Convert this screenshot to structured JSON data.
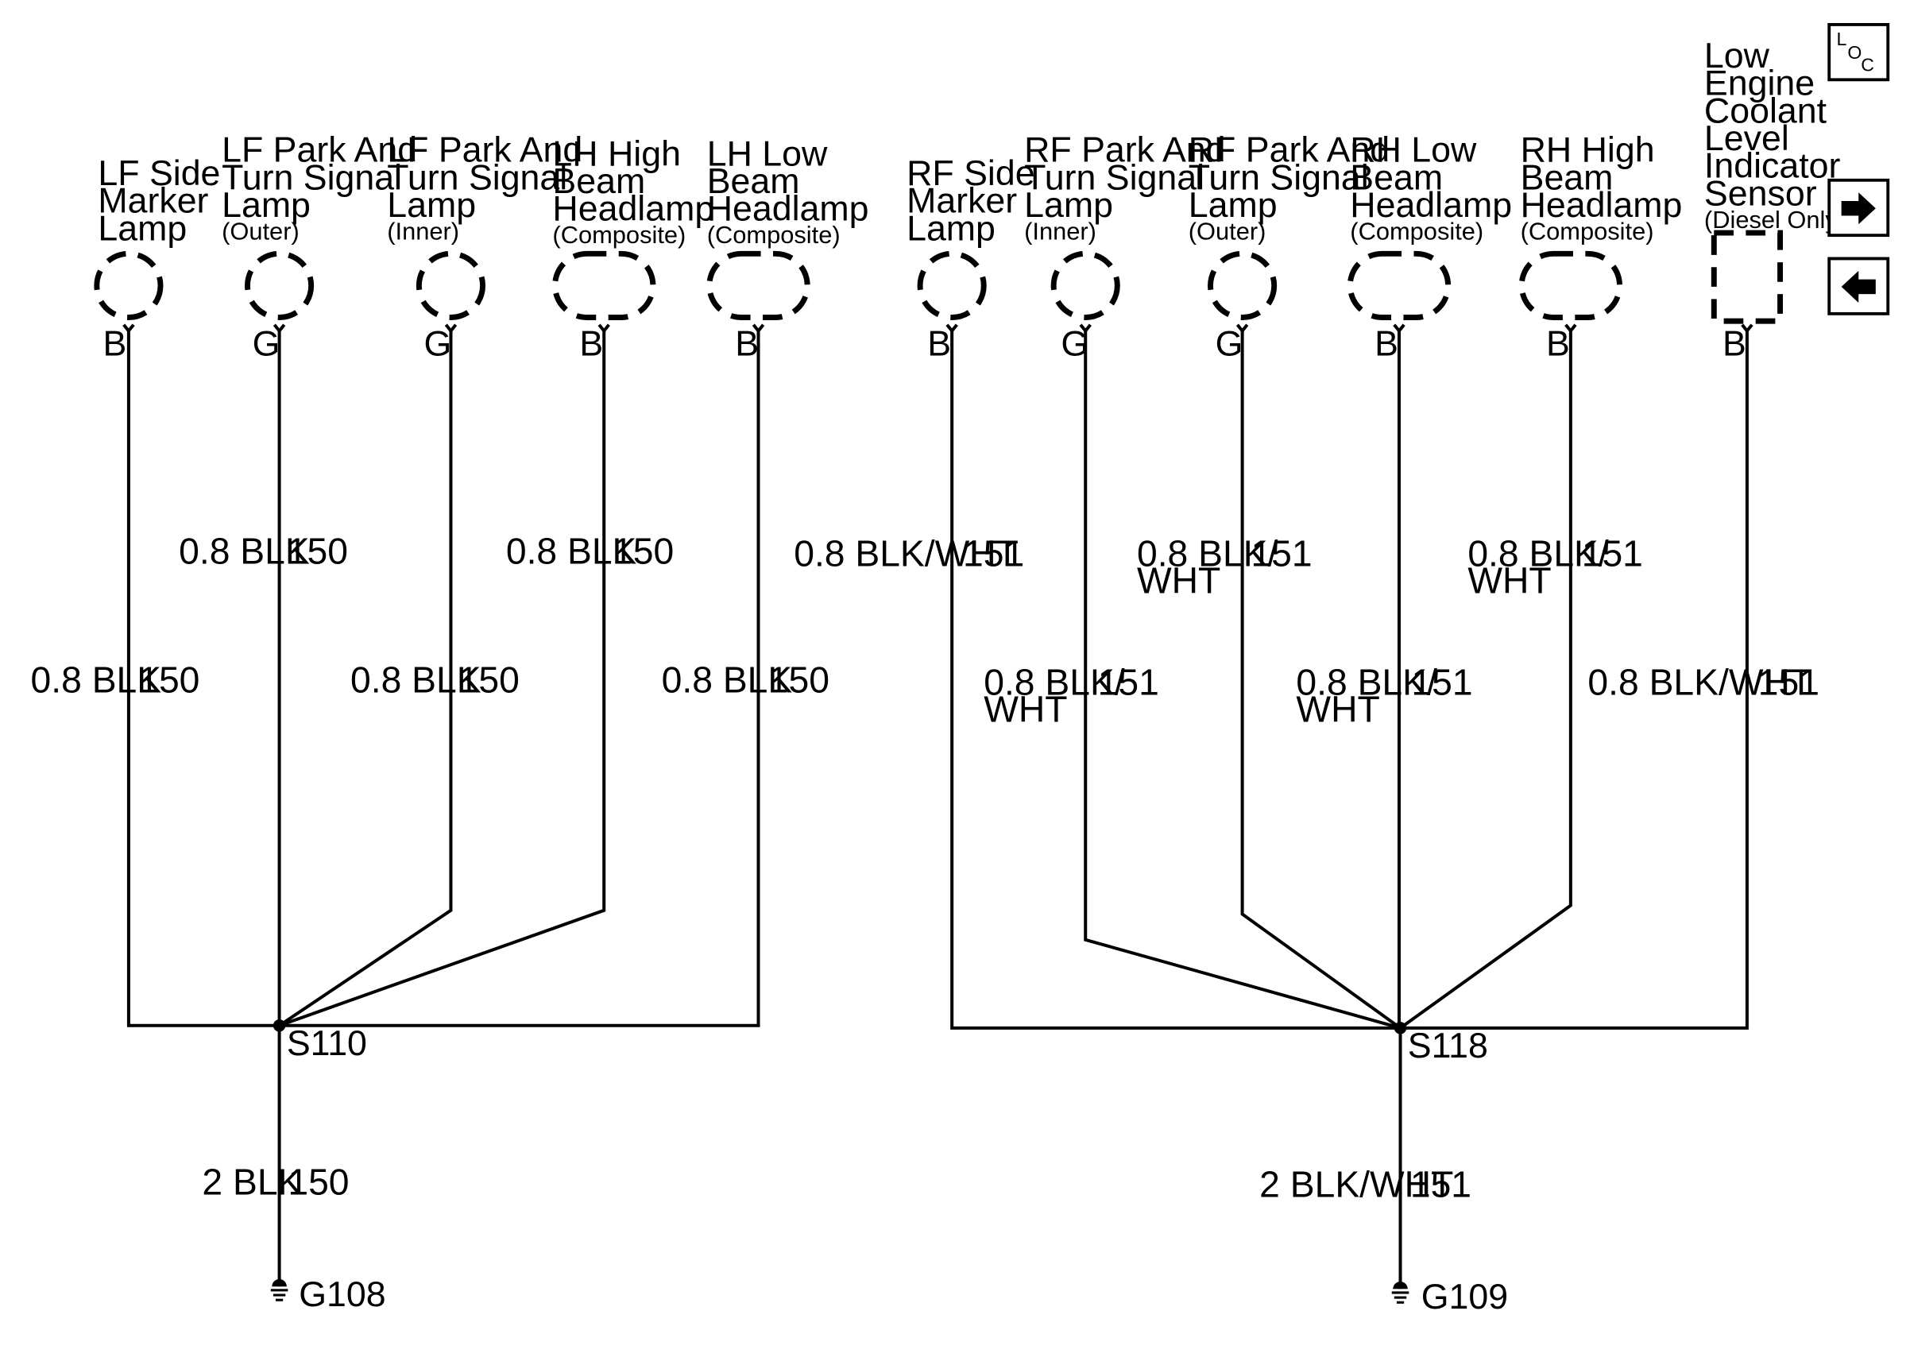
{
  "components": [
    {
      "id": "lf-side-marker",
      "label": [
        "LF Side",
        "Marker",
        "Lamp"
      ],
      "sub": "",
      "pin": "B"
    },
    {
      "id": "lf-park-outer",
      "label": [
        "LF Park And",
        "Turn Signal",
        "Lamp"
      ],
      "sub": "(Outer)",
      "pin": "G"
    },
    {
      "id": "lf-park-inner",
      "label": [
        "LF Park And",
        "Turn Signal",
        "Lamp"
      ],
      "sub": "(Inner)",
      "pin": "G"
    },
    {
      "id": "lh-high-beam",
      "label": [
        "LH High",
        "Beam",
        "Headlamp"
      ],
      "sub": "(Composite)",
      "pin": "B"
    },
    {
      "id": "lh-low-beam",
      "label": [
        "LH Low",
        "Beam",
        "Headlamp"
      ],
      "sub": "(Composite)",
      "pin": "B"
    },
    {
      "id": "rf-side-marker",
      "label": [
        "RF Side",
        "Marker",
        "Lamp"
      ],
      "sub": "",
      "pin": "B"
    },
    {
      "id": "rf-park-inner",
      "label": [
        "RF Park And",
        "Turn Signal",
        "Lamp"
      ],
      "sub": "(Inner)",
      "pin": "G"
    },
    {
      "id": "rf-park-outer",
      "label": [
        "RF Park And",
        "Turn Signal",
        "Lamp"
      ],
      "sub": "(Outer)",
      "pin": "G"
    },
    {
      "id": "rh-low-beam",
      "label": [
        "RH Low",
        "Beam",
        "Headlamp"
      ],
      "sub": "(Composite)",
      "pin": "B"
    },
    {
      "id": "rh-high-beam",
      "label": [
        "RH High",
        "Beam",
        "Headlamp"
      ],
      "sub": "(Composite)",
      "pin": "B"
    },
    {
      "id": "coolant-sensor",
      "label": [
        "Low",
        "Engine",
        "Coolant",
        "Level",
        "Indicator",
        "Sensor"
      ],
      "sub": "(Diesel Only)",
      "pin": "B"
    }
  ],
  "wires": [
    {
      "id": "lf-side-marker",
      "label": [
        "0.8 BLK"
      ],
      "circuit": "150"
    },
    {
      "id": "lf-park-outer",
      "label": [
        "0.8 BLK"
      ],
      "circuit": "150"
    },
    {
      "id": "lf-park-inner",
      "label": [
        "0.8 BLK"
      ],
      "circuit": "150"
    },
    {
      "id": "lh-high-beam",
      "label": [
        "0.8 BLK"
      ],
      "circuit": "150"
    },
    {
      "id": "lh-low-beam",
      "label": [
        "0.8 BLK"
      ],
      "circuit": "150"
    },
    {
      "id": "rf-side-marker",
      "label": [
        "0.8 BLK/WHT"
      ],
      "circuit": "151"
    },
    {
      "id": "rf-park-inner",
      "label": [
        "0.8 BLK/",
        "WHT"
      ],
      "circuit": "151"
    },
    {
      "id": "rf-park-outer",
      "label": [
        "0.8 BLK/",
        "WHT"
      ],
      "circuit": "151"
    },
    {
      "id": "rh-low-beam",
      "label": [
        "0.8 BLK/",
        "WHT"
      ],
      "circuit": "151"
    },
    {
      "id": "rh-high-beam",
      "label": [
        "0.8 BLK/",
        "WHT"
      ],
      "circuit": "151"
    },
    {
      "id": "coolant-sensor",
      "label": [
        "0.8 BLK/WHT"
      ],
      "circuit": "151"
    }
  ],
  "splices": [
    {
      "id": "s110",
      "label": "S110"
    },
    {
      "id": "s118",
      "label": "S118"
    }
  ],
  "ground_wires": [
    {
      "id": "g108-wire",
      "label": "2 BLK",
      "circuit": "150"
    },
    {
      "id": "g109-wire",
      "label": "2 BLK/WHT",
      "circuit": "151"
    }
  ],
  "grounds": [
    {
      "id": "g108",
      "label": "G108"
    },
    {
      "id": "g109",
      "label": "G109"
    }
  ],
  "nav": {
    "loc_icon": "location-icon",
    "next_icon": "arrow-right-icon",
    "prev_icon": "arrow-left-icon"
  }
}
